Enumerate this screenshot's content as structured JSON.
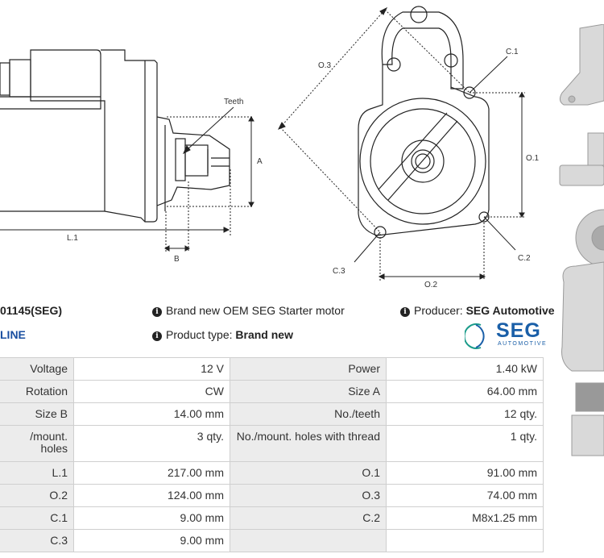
{
  "drawing": {
    "labels": {
      "teeth": "Teeth",
      "a": "A",
      "b": "B",
      "l1": "L.1",
      "o1": "O.1",
      "o2": "O.2",
      "o3": "O.3",
      "c1": "C.1",
      "c2": "C.2",
      "c3": "C.3"
    }
  },
  "product": {
    "code": "01145(SEG)",
    "line_link": "LINE",
    "description": "Brand new OEM SEG Starter motor",
    "type_label": "Product type:",
    "type_value": "Brand new",
    "producer_label": "Producer:",
    "producer_value": "SEG Automotive",
    "logo_text": "SEG",
    "logo_subtext": "AUTOMOTIVE"
  },
  "specs": [
    {
      "l1": "Voltage",
      "v1": "12 V",
      "l2": "Power",
      "v2": "1.40 kW"
    },
    {
      "l1": "Rotation",
      "v1": "CW",
      "l2": "Size A",
      "v2": "64.00 mm"
    },
    {
      "l1": "Size B",
      "v1": "14.00 mm",
      "l2": "No./teeth",
      "v2": "12 qty."
    },
    {
      "l1": "/mount. holes",
      "v1": "3 qty.",
      "l2": "No./mount. holes with thread",
      "v2": "1 qty."
    },
    {
      "l1": "L.1",
      "v1": "217.00 mm",
      "l2": "O.1",
      "v2": "91.00 mm"
    },
    {
      "l1": "O.2",
      "v1": "124.00 mm",
      "l2": "O.3",
      "v2": "74.00 mm"
    },
    {
      "l1": "C.1",
      "v1": "9.00 mm",
      "l2": "C.2",
      "v2": "M8x1.25 mm"
    },
    {
      "l1": "C.3",
      "v1": "9.00 mm",
      "l2": "",
      "v2": ""
    }
  ],
  "colors": {
    "accent": "#1a4fa0",
    "logo": "#1a5fa8",
    "label_bg": "#ececec",
    "border": "#cfcfcf"
  },
  "icons": {
    "info": "info-circle-icon"
  }
}
